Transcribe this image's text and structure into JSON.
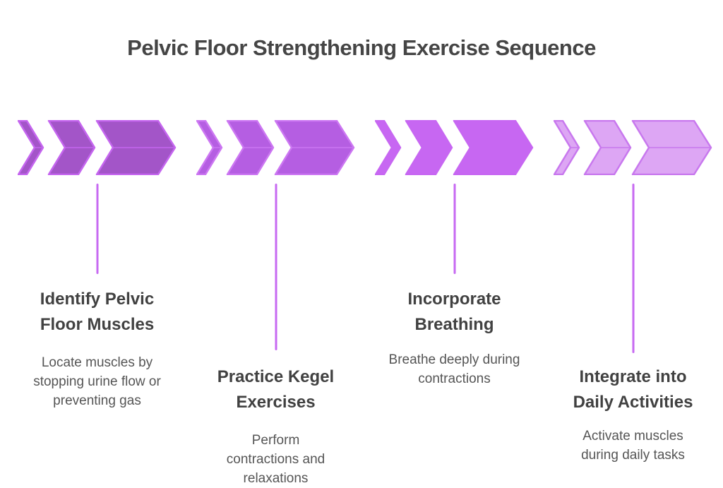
{
  "title": "Pelvic Floor Strengthening Exercise Sequence",
  "colors": {
    "background": "#ffffff",
    "title_text": "#454545",
    "step_title_text": "#414141",
    "step_desc_text": "#555555",
    "connector": "#c76af2"
  },
  "steps": [
    {
      "title": "Identify Pelvic Floor Muscles",
      "description": "Locate muscles by stopping urine flow or preventing gas",
      "fill": "#a355c8",
      "stroke": "#c566ef"
    },
    {
      "title": "Practice Kegel Exercises",
      "description": "Perform contractions and relaxations",
      "fill": "#b55ee2",
      "stroke": "#cc77f2"
    },
    {
      "title": "Incorporate Breathing",
      "description": "Breathe deeply during contractions",
      "fill": "#c767f2",
      "stroke": "#c767f2"
    },
    {
      "title": "Integrate into Daily Activities",
      "description": "Activate muscles during daily tasks",
      "fill": "#dda6f4",
      "stroke": "#c878ee"
    }
  ]
}
